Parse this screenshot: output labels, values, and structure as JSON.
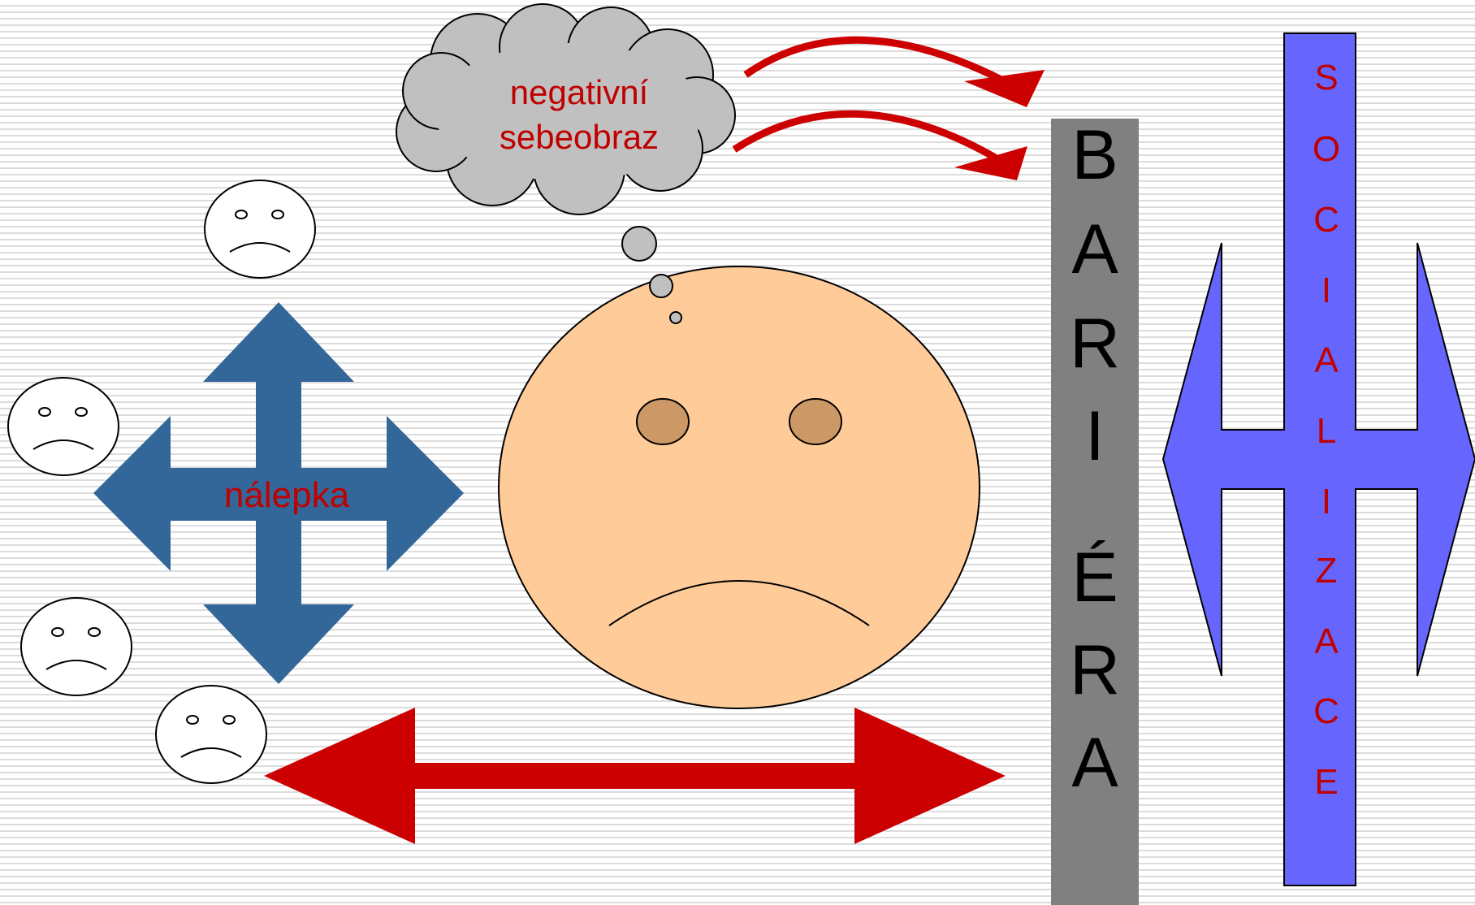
{
  "cloud": {
    "line1": "negativní",
    "line2": "sebeobraz"
  },
  "cross_arrow": {
    "label": "nálepka"
  },
  "barrier": {
    "letters": [
      "B",
      "A",
      "R",
      "I",
      "É",
      "R",
      "A"
    ]
  },
  "socialization": {
    "letters": [
      "S",
      "O",
      "C",
      "I",
      "A",
      "L",
      "I",
      "Z",
      "A",
      "C",
      "E"
    ]
  },
  "colors": {
    "text_red": "#c00000",
    "arrow_red": "#cc0000",
    "cross_blue": "#336699",
    "face_fill": "#ffcc99",
    "eye_fill": "#cc9966",
    "cloud_fill": "#c0c0c0",
    "barrier_fill": "#808080",
    "social_fill": "#6666ff"
  }
}
